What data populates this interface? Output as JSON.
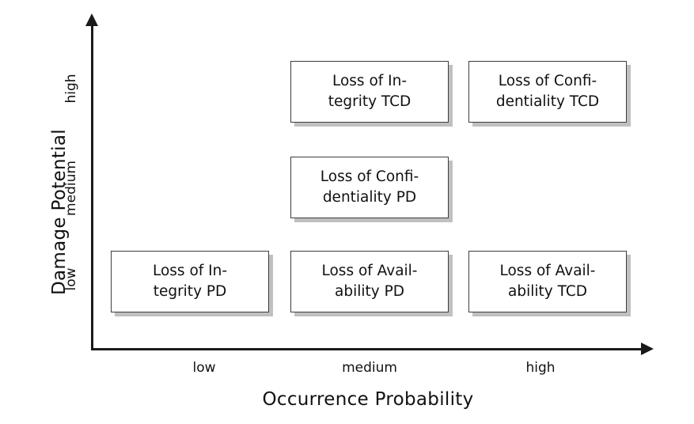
{
  "chart_data": {
    "type": "heatmap",
    "title": "",
    "xlabel": "Occurrence Probability",
    "ylabel": "Damage Potential",
    "x_ticks": [
      "low",
      "medium",
      "high"
    ],
    "y_ticks": [
      "low",
      "medium",
      "high"
    ],
    "grid": false,
    "legend": "none",
    "cells": [
      {
        "x": "medium",
        "y": "high",
        "line1": "Loss of In-",
        "line2": "tegrity TCD"
      },
      {
        "x": "high",
        "y": "high",
        "line1": "Loss of Confi-",
        "line2": "dentiality TCD"
      },
      {
        "x": "medium",
        "y": "medium",
        "line1": "Loss of Confi-",
        "line2": "dentiality PD"
      },
      {
        "x": "low",
        "y": "low",
        "line1": "Loss of In-",
        "line2": "tegrity PD"
      },
      {
        "x": "medium",
        "y": "low",
        "line1": "Loss of Avail-",
        "line2": "ability PD"
      },
      {
        "x": "high",
        "y": "low",
        "line1": "Loss of Avail-",
        "line2": "ability TCD"
      }
    ]
  },
  "axes": {
    "y": {
      "title": "Damage Potential",
      "ticks": {
        "low": "low",
        "medium": "medium",
        "high": "high"
      }
    },
    "x": {
      "title": "Occurrence Probability",
      "ticks": {
        "low": "low",
        "medium": "medium",
        "high": "high"
      }
    }
  },
  "colors": {
    "axis": "#1a1a1a",
    "cell_border": "#3d3d3d",
    "cell_fill": "#ffffff",
    "cell_shadow": "#c0c0c0",
    "text": "#111111",
    "background": "#ffffff"
  }
}
